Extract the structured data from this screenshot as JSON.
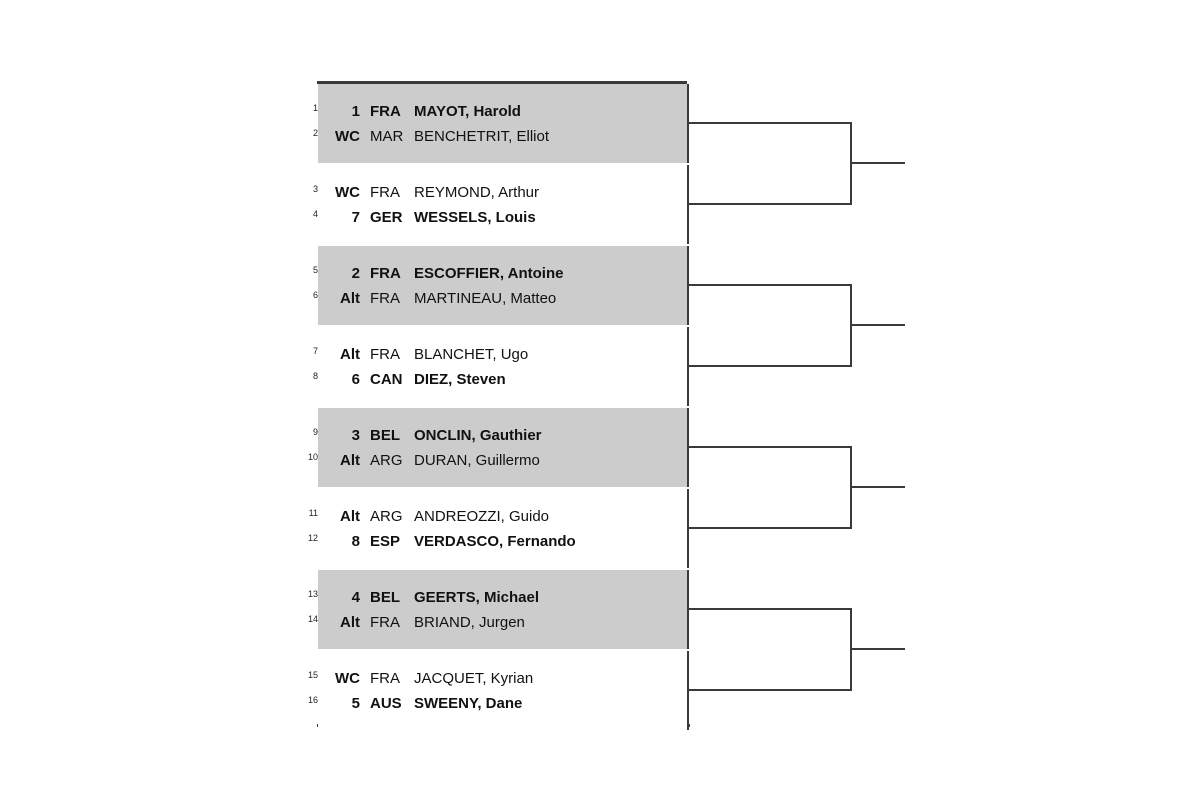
{
  "document": {
    "type": "tennis-tournament-draw-bracket",
    "rounds": 3,
    "draw_size": 16,
    "background_color": "#ffffff",
    "shade_color": "#cccccc",
    "line_color": "#3a3a3a"
  },
  "matches": [
    {
      "id": "m1",
      "shaded": true,
      "players": [
        {
          "line": "1",
          "token": "1",
          "token_bold": true,
          "country": "FRA",
          "country_bold": true,
          "name": "MAYOT, Harold",
          "name_bold": true
        },
        {
          "line": "2",
          "token": "WC",
          "token_bold": true,
          "country": "MAR",
          "country_bold": false,
          "name": "BENCHETRIT, Elliot",
          "name_bold": false
        }
      ]
    },
    {
      "id": "m2",
      "shaded": false,
      "players": [
        {
          "line": "3",
          "token": "WC",
          "token_bold": true,
          "country": "FRA",
          "country_bold": false,
          "name": "REYMOND, Arthur",
          "name_bold": false
        },
        {
          "line": "4",
          "token": "7",
          "token_bold": true,
          "country": "GER",
          "country_bold": true,
          "name": "WESSELS, Louis",
          "name_bold": true
        }
      ]
    },
    {
      "id": "m3",
      "shaded": true,
      "players": [
        {
          "line": "5",
          "token": "2",
          "token_bold": true,
          "country": "FRA",
          "country_bold": true,
          "name": "ESCOFFIER, Antoine",
          "name_bold": true
        },
        {
          "line": "6",
          "token": "Alt",
          "token_bold": true,
          "country": "FRA",
          "country_bold": false,
          "name": "MARTINEAU, Matteo",
          "name_bold": false
        }
      ]
    },
    {
      "id": "m4",
      "shaded": false,
      "players": [
        {
          "line": "7",
          "token": "Alt",
          "token_bold": true,
          "country": "FRA",
          "country_bold": false,
          "name": "BLANCHET, Ugo",
          "name_bold": false
        },
        {
          "line": "8",
          "token": "6",
          "token_bold": true,
          "country": "CAN",
          "country_bold": true,
          "name": "DIEZ, Steven",
          "name_bold": true
        }
      ]
    },
    {
      "id": "m5",
      "shaded": true,
      "players": [
        {
          "line": "9",
          "token": "3",
          "token_bold": true,
          "country": "BEL",
          "country_bold": true,
          "name": "ONCLIN, Gauthier",
          "name_bold": true
        },
        {
          "line": "10",
          "token": "Alt",
          "token_bold": true,
          "country": "ARG",
          "country_bold": false,
          "name": "DURAN, Guillermo",
          "name_bold": false
        }
      ]
    },
    {
      "id": "m6",
      "shaded": false,
      "players": [
        {
          "line": "11",
          "token": "Alt",
          "token_bold": true,
          "country": "ARG",
          "country_bold": false,
          "name": "ANDREOZZI, Guido",
          "name_bold": false
        },
        {
          "line": "12",
          "token": "8",
          "token_bold": true,
          "country": "ESP",
          "country_bold": true,
          "name": "VERDASCO, Fernando",
          "name_bold": true
        }
      ]
    },
    {
      "id": "m7",
      "shaded": true,
      "players": [
        {
          "line": "13",
          "token": "4",
          "token_bold": true,
          "country": "BEL",
          "country_bold": true,
          "name": "GEERTS, Michael",
          "name_bold": true
        },
        {
          "line": "14",
          "token": "Alt",
          "token_bold": true,
          "country": "FRA",
          "country_bold": false,
          "name": "BRIAND, Jurgen",
          "name_bold": false
        }
      ]
    },
    {
      "id": "m8",
      "shaded": false,
      "players": [
        {
          "line": "15",
          "token": "WC",
          "token_bold": true,
          "country": "FRA",
          "country_bold": false,
          "name": "JACQUET, Kyrian",
          "name_bold": false
        },
        {
          "line": "16",
          "token": "5",
          "token_bold": true,
          "country": "AUS",
          "country_bold": true,
          "name": "SWEENY, Dane",
          "name_bold": true
        }
      ]
    }
  ],
  "round2": [
    {
      "id": "r2-1",
      "winner": ""
    },
    {
      "id": "r2-2",
      "winner": ""
    },
    {
      "id": "r2-3",
      "winner": ""
    },
    {
      "id": "r2-4",
      "winner": ""
    }
  ],
  "round3": [
    {
      "id": "r3-1",
      "winner": ""
    },
    {
      "id": "r3-2",
      "winner": ""
    }
  ]
}
